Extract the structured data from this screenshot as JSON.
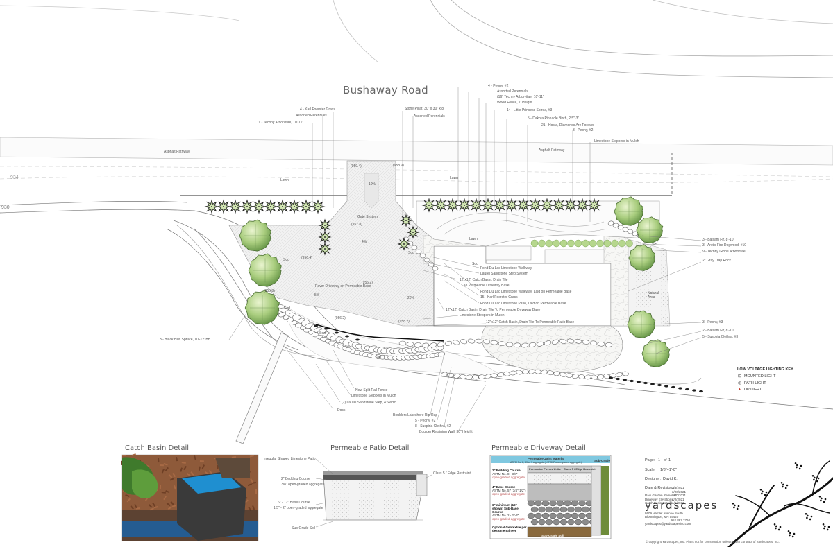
{
  "road_name": "Bushaway Road",
  "contours": {
    "c930": "930",
    "c934": "934"
  },
  "pathway_labels": [
    "Asphalt Pathway",
    "Asphalt Pathway"
  ],
  "lawn_labels": [
    "Lawn",
    "Lawn",
    "Lawn"
  ],
  "callouts_top_left": [
    "4 - Karl Foerster Grass",
    "Assorted Perennials",
    "11 - Techny Arborvitae, 10'-11'"
  ],
  "callouts_top_mid": [
    "Stone Pillar, 30\" x 30\" x 8'",
    "Assorted Perennials"
  ],
  "callouts_top_right": [
    "4 - Peony, #2",
    "Assorted Perennials",
    "(16) Techny Arborvitae, 10'-11'",
    "Wood Fence, 7' Height",
    "14 - Little Princess Spirea, #3",
    "5 - Dakota Pinnacle Birch, 2.5\"-3\"",
    "21 - Hosta, Diamonds Are Forever",
    "3 - Peony, #2",
    "Limestone Steppers in Mulch"
  ],
  "callouts_right": [
    "3 - Balsam Fir, 8'-10'",
    "3 - Arctic Fire Dogwood, #10",
    "9 - Techny Globe Arborvitae",
    "2\" Gray Trap Rock",
    "Natural Area"
  ],
  "callouts_right_lower": [
    "3 - Peony, #3",
    "2 - Balsam Fir, 8'-10'",
    "5 - Suspiria Clethra, #3"
  ],
  "callouts_center": [
    "Gate System",
    "Paver Driveway on Permeable Base",
    "Fond Du Lac Limestone Walkway",
    "Laurel Sandstone Step System",
    "12\"x12\" Catch Basin, Drain Tile",
    "To Permeable Driveway Base",
    "Fond Du Lac Limestone Walkway, Laid on Permeable Base",
    "15 - Karl Foerster Grass",
    "Fond Du Lac Limestone Patio, Laid on Permeable Base",
    "12\"x12\" Catch Basin, Drain Tile To Permeable Driveway Base",
    "Limestone Steppers in Mulch",
    "12\"x12\" Catch Basin, Drain Tile To Permeable Patio Base"
  ],
  "callouts_bottom": [
    "New Split Rail Fence",
    "Limestone Steppers in Mulch",
    "(2) Laurel Sandstone Step, 4' Width",
    "Dock",
    "Boulders Lakeshore Rip-Rap",
    "5 - Peony, #2",
    "8 - Suspiria Clethra, #2",
    "Boulder Retaining Wall, 30\" Height"
  ],
  "callout_spruce": "3 - Black Hills Spruce, 10'-12' BB",
  "area_labels": [
    "Sod",
    "Sod",
    "Sod",
    "Sod",
    "Sod",
    "Sod"
  ],
  "elevations": [
    "(959.4)",
    "(958.9)",
    "(957.8)",
    "(956.4)",
    "(956.2)",
    "(955.8)",
    "(956.2)",
    "(958.2)"
  ],
  "slopes": [
    "10%",
    "4%",
    "5%",
    "20%"
  ],
  "lighting_key": {
    "title": "LOW VOLTAGE LIGHTING KEY",
    "items": [
      {
        "icon": "square-light-icon",
        "label": "MOUNTED LIGHT"
      },
      {
        "icon": "circle-light-icon",
        "label": "PATH LIGHT"
      },
      {
        "icon": "triangle-light-icon",
        "label": "UP LIGHT"
      }
    ]
  },
  "details": {
    "catch_basin": {
      "title": "Catch Basin Detail"
    },
    "permeable_patio": {
      "title": "Permeable Patio Detail",
      "labels": [
        "Irregular Shaped Limestone Patio",
        "2\" Bedding Course",
        "3/8\" open-graded aggregate",
        "6\" - 12\" Base Course",
        "1.5\" - 2\" open-graded aggregate",
        "Sub-Grade Soil",
        "Class 5 / Edge Restraint"
      ]
    },
    "permeable_driveway": {
      "title": "Permeable Driveway Detail",
      "header": "Permeable Joint Material",
      "header_sub": "ASTM No. 8, 89 or 9 aggregate (1/8\"-3/8\" open-graded aggregate)",
      "layers": [
        "Permeable Pavers Units",
        "Class 5 / Edge Restraint",
        "Sub-Grade"
      ],
      "left_labels": [
        {
          "title": "2\" Bedding Course",
          "sub": "ASTM No. 8 - 3/8\"",
          "note": "open-graded aggregate"
        },
        {
          "title": "4\" Base Course",
          "sub": "ASTM No. 57 (3/4\"-1/2\")",
          "note": "open-graded aggregate"
        },
        {
          "title": "6\" minimum (12\" shown) Sub-Base Course",
          "sub": "ASTM No. 2 - 2\"-3\"",
          "note": "open-graded aggregate"
        },
        {
          "title": "Optional Geotextile per design engineer",
          "sub": "",
          "note": ""
        }
      ],
      "bottom": "Sub-Grade Soil"
    }
  },
  "title_block": {
    "page_label": "Page:",
    "page_value": "1",
    "of_label": "of",
    "of_value": "1",
    "scale_label": "Scale:",
    "scale_value": "1/8\"=1'-0\"",
    "designer_label": "Designer:",
    "designer_value": "David K.",
    "dates_label": "Date & Revisions:",
    "dates": [
      "2/3/2021",
      "3/20/2021",
      "3/20/2021",
      "4/2/2021",
      "4/5/2021"
    ],
    "revisions": [
      "Rain Garden Removal:",
      "Driveway Elevations:",
      "Catch Basin Details:"
    ]
  },
  "brand": {
    "name": "yardscapes",
    "address1": "8609 Hamlet Avenue South",
    "address2": "Bloomington, MN 55420",
    "phone": "952.887.2794",
    "email": "yardscapes@yardscapesinc.com",
    "copyright": "© copyright Yardscapes, Inc. Plans not for construction unless under contract of Yardscapes, Inc."
  }
}
